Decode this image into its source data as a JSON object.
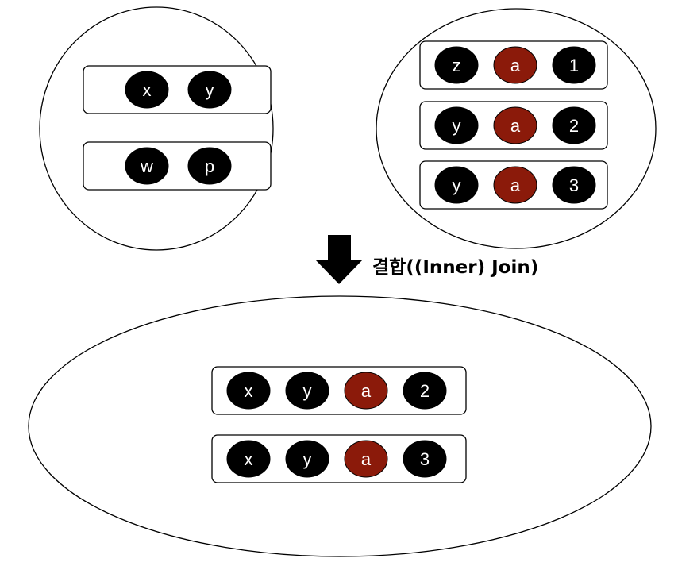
{
  "colors": {
    "node_dark": "#000000",
    "node_key": "#8b1a0a",
    "node_text": "#ffffff",
    "outline": "#000000",
    "background": "#ffffff"
  },
  "left_set": {
    "rows": [
      [
        "x",
        "y"
      ],
      [
        "w",
        "p"
      ]
    ]
  },
  "right_set": {
    "rows": [
      [
        "z",
        "a",
        "1"
      ],
      [
        "y",
        "a",
        "2"
      ],
      [
        "y",
        "a",
        "3"
      ]
    ]
  },
  "operation": {
    "label": "결합((Inner) Join)",
    "icon": "arrow-down-icon"
  },
  "result_set": {
    "rows": [
      [
        "x",
        "y",
        "a",
        "2"
      ],
      [
        "x",
        "y",
        "a",
        "3"
      ]
    ]
  },
  "key_value": "a"
}
